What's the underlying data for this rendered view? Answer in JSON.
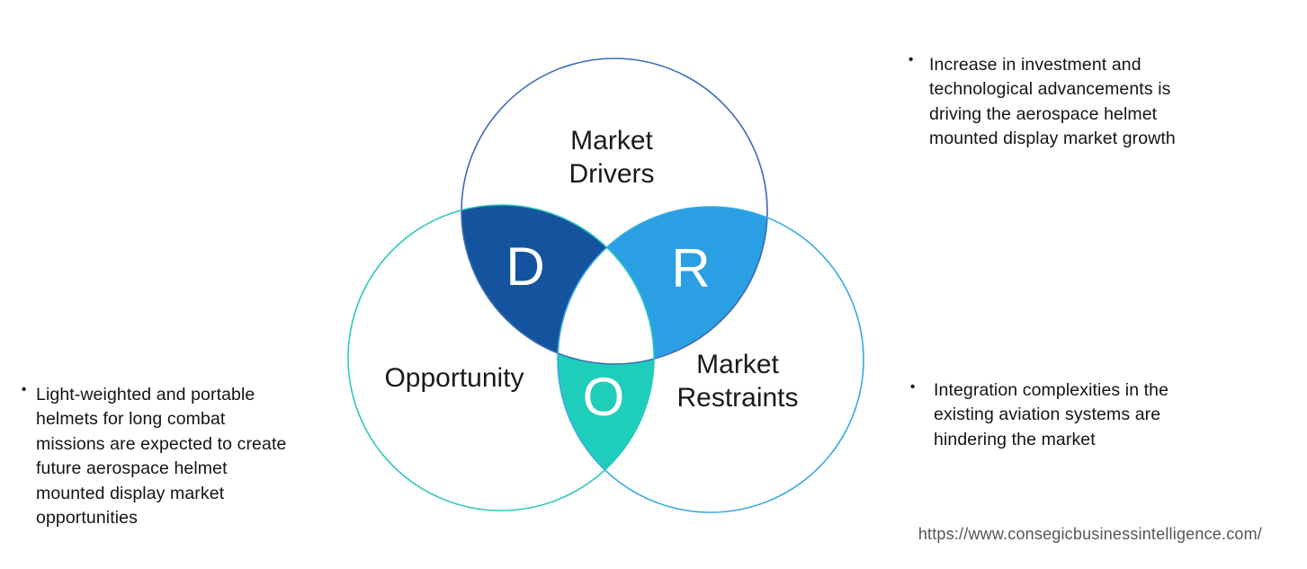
{
  "venn": {
    "drivers": {
      "label_line1": "Market",
      "label_line2": "Drivers",
      "letter": "D",
      "outline_color": "#3a6cb5",
      "region_fill": "#15539e"
    },
    "restraints": {
      "label_line1": "Market",
      "label_line2": "Restraints",
      "letter": "R",
      "outline_color": "#37a9e1",
      "region_fill": "#2b9fe4"
    },
    "opportunity": {
      "label": "Opportunity",
      "letter": "O",
      "outline_color": "#2cc9ba",
      "region_fill": "#1fceba"
    },
    "label_color": "#1a1a1a",
    "letter_color": "#ffffff",
    "center_fill": "#ffffff"
  },
  "annotations": {
    "bullet": "•",
    "top_right": {
      "lines": {
        "0": "Increase in investment and",
        "1": "technological advancements is",
        "2": "driving the aerospace helmet",
        "3": "mounted display market growth"
      }
    },
    "left": {
      "lines": {
        "0": "Light-weighted and portable",
        "1": "helmets for long combat",
        "2": "missions are expected to create",
        "3": "future aerospace helmet",
        "4": "mounted display market",
        "5": "opportunities"
      }
    },
    "bottom_right": {
      "lines": {
        "0": "Integration complexities in the",
        "1": "existing aviation systems are",
        "2": "hindering the market"
      }
    }
  },
  "footer": {
    "url": "https://www.consegicbusinessintelligence.com/"
  }
}
